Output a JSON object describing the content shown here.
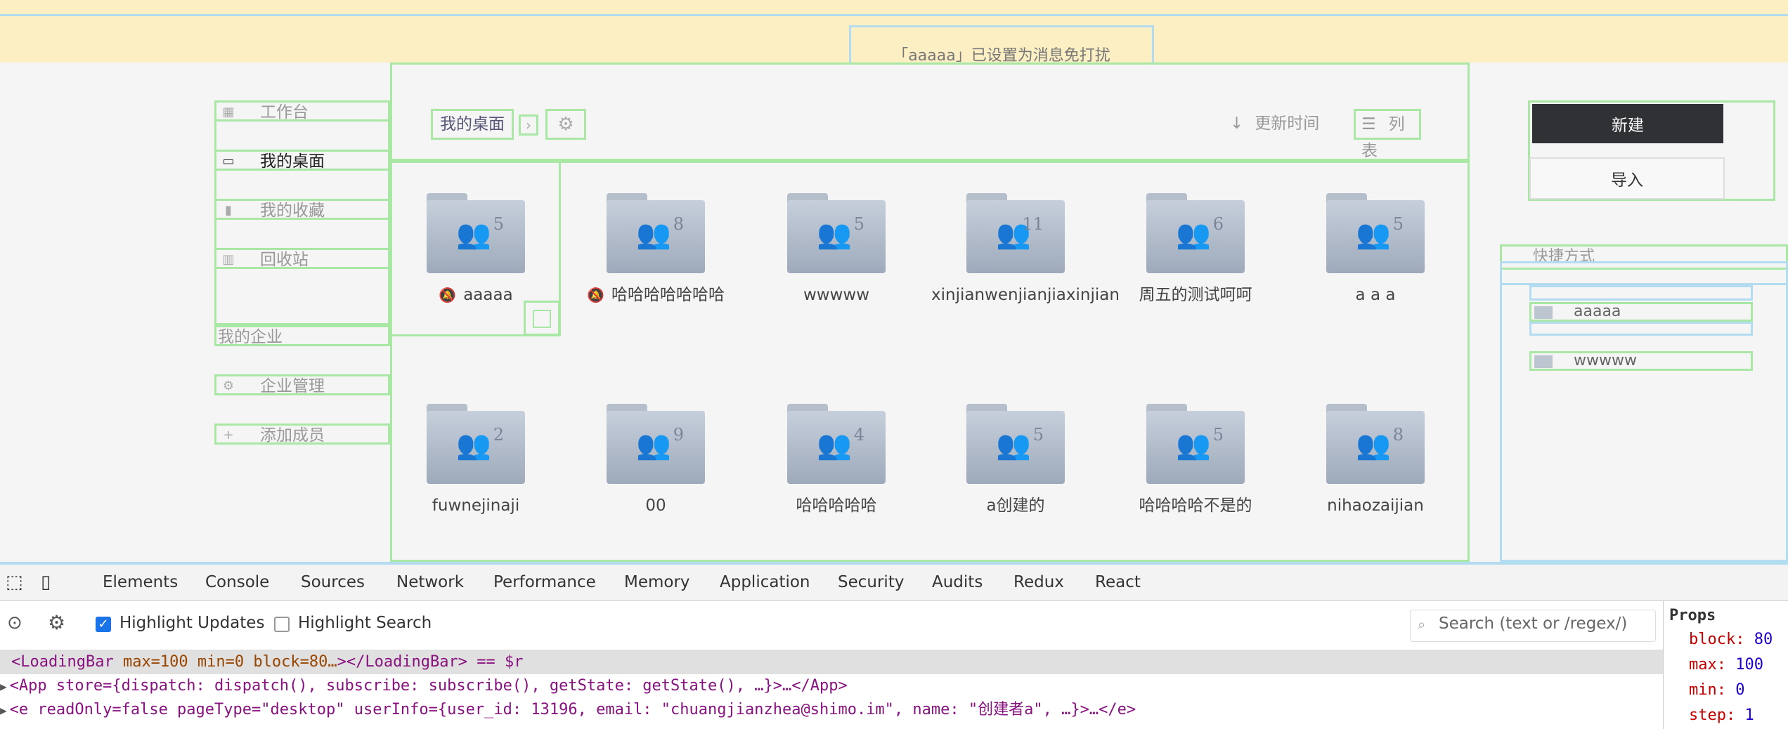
{
  "notice": {
    "text": "「aaaaa」已设置为消息免打扰"
  },
  "sidebar": {
    "items": [
      {
        "label": "工作台",
        "icon": "workbench-icon",
        "active": false
      },
      {
        "label": "我的桌面",
        "icon": "desktop-icon",
        "active": true
      },
      {
        "label": "我的收藏",
        "icon": "bookmark-icon",
        "active": false
      },
      {
        "label": "回收站",
        "icon": "trash-icon",
        "active": false
      }
    ],
    "section": "我的企业",
    "enterprise": [
      {
        "label": "企业管理",
        "icon": "gear-icon"
      },
      {
        "label": "添加成员",
        "icon": "plus-icon"
      }
    ]
  },
  "toolbar": {
    "breadcrumb": "我的桌面",
    "sort_label": "更新时间",
    "view_label": "列表"
  },
  "folders": [
    {
      "name": "aaaaa",
      "count": "5",
      "muted": true
    },
    {
      "name": "哈哈哈哈哈哈哈",
      "count": "8",
      "muted": true
    },
    {
      "name": "wwwww",
      "count": "5",
      "muted": false
    },
    {
      "name": "xinjianwenjianjiaxinjian",
      "count": "11",
      "muted": false
    },
    {
      "name": "周五的测试呵呵",
      "count": "6",
      "muted": false
    },
    {
      "name": "a a a",
      "count": "5",
      "muted": false
    },
    {
      "name": "fuwnejinaji",
      "count": "2",
      "muted": false
    },
    {
      "name": "00",
      "count": "9",
      "muted": false
    },
    {
      "name": "哈哈哈哈哈",
      "count": "4",
      "muted": false
    },
    {
      "name": "a创建的",
      "count": "5",
      "muted": false
    },
    {
      "name": "哈哈哈哈不是的",
      "count": "5",
      "muted": false
    },
    {
      "name": "nihaozaijian",
      "count": "8",
      "muted": false
    }
  ],
  "right": {
    "new_label": "新建",
    "import_label": "导入",
    "shortcut_title": "快捷方式",
    "shortcuts": [
      "aaaaa",
      "wwwww"
    ]
  },
  "devtools": {
    "tabs": [
      "Elements",
      "Console",
      "Sources",
      "Network",
      "Performance",
      "Memory",
      "Application",
      "Security",
      "Audits",
      "Redux",
      "React"
    ],
    "active_tab": "React",
    "highlight_updates": "Highlight Updates",
    "highlight_search": "Highlight Search",
    "search_placeholder": "Search (text or /regex/)",
    "rows": {
      "r1_tag": "<LoadingBar",
      "r1_attrs": " max=100 min=0 block=80…",
      "r1_end": "></LoadingBar> == $r",
      "r2": "<App store={dispatch: dispatch(), subscribe: subscribe(), getState: getState(), …}>…</App>",
      "r3": "<e readOnly=false pageType=\"desktop\" userInfo={user_id: 13196, email: \"chuangjianzhea@shimo.im\", name: \"创建者a\", …}>…</e>"
    },
    "props_title": "Props",
    "props": [
      {
        "key": "block:",
        "value": "80"
      },
      {
        "key": "max:",
        "value": "100"
      },
      {
        "key": "min:",
        "value": "0"
      },
      {
        "key": "step:",
        "value": "1"
      }
    ]
  }
}
